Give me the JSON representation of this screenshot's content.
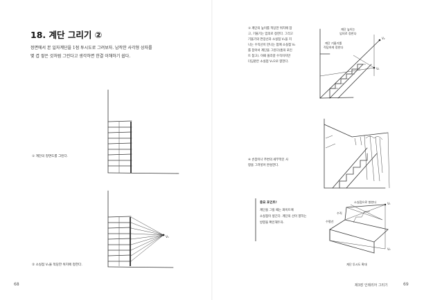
{
  "left_page": {
    "title": "18. 계단 그리기 ②",
    "intro_lines": [
      "정면에서 본 일자계단을 1점 투시도로 그려보자. 납작한 사각형 상자를",
      "몇 겹 쌓은 것처럼 그린다고 생각하면 한결 이해하기 쉽다."
    ],
    "caption_1": "① 계단의 정면도를 그린다.",
    "caption_2": "② 소실점 V₁을 적당한 위치에 정한다.",
    "vp_label": "V₁",
    "page_number": "68"
  },
  "right_page": {
    "step3_lines": [
      "③ 계단의 높이를 적당한 위치에 잡",
      "고, 기울기는 임의로 정한다. 그리고",
      "기울기의 연장선과 소실점 V₁을 지",
      "나는 수직선이 만나는 점에 소실점 V₂",
      "를 잡아서 계단을 그린다(홈의 포인",
      "트 참고). 이때 올라갈 수직이지만",
      "더딤판은 소실점 V₁으로 향한다."
    ],
    "sketch1_labels": {
      "stair_height": [
        "계단 높이는",
        "임의로 정한다"
      ],
      "stair_slope": [
        "계단 기울기를",
        "적당하게 정한다"
      ],
      "v1": "V₁",
      "v2": "V₂"
    },
    "step4_lines": [
      "④ 손잡이나 주변의 세부적인 사",
      "항을 그려넣어 완성한다."
    ],
    "tip": {
      "title": "중요 포인트!",
      "lines": [
        "계단을 그릴 때는 화이트에",
        "소실점이 생긴다. 계단의 선이 향하는",
        "방향을 확인해두자."
      ]
    },
    "sketch3_labels": {
      "vp_axis": "소실점으로 향한다",
      "vertical": "수직",
      "horizontal": "수평선",
      "caption": "계단 투시도 확대",
      "v1": "V₁",
      "v2": "V₂"
    },
    "running_head": "제3장 인테리어 그리기",
    "page_number": "69"
  }
}
